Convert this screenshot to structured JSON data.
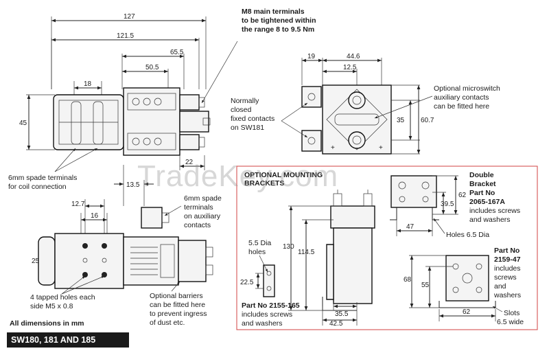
{
  "dims": {
    "d127": "127",
    "d121_5": "121.5",
    "d65_5": "65.5",
    "d50_5": "50.5",
    "d18": "18",
    "d45": "45",
    "d22": "22",
    "d13_5": "13.5",
    "d12_7": "12.7",
    "d16": "16",
    "d25_4": "25.4",
    "d19": "19",
    "d44_6": "44.6",
    "d12_5": "12.5",
    "d35": "35",
    "d60_7": "60.7",
    "d62": "62",
    "d39_5": "39.5",
    "d47": "47",
    "d130": "130",
    "d114_5": "114.5",
    "d22_5": "22.5",
    "d35_5": "35.5",
    "d42_5": "42.5",
    "d68": "68",
    "d55": "55",
    "d62b": "62"
  },
  "notes": {
    "m8_line1": "M8 main terminals",
    "m8_line2": "to be tightened within",
    "m8_line3": "the range 8 to 9.5 Nm",
    "nc_line1": "Normally",
    "nc_line2": "closed",
    "nc_line3": "fixed contacts",
    "nc_line4": "on SW181",
    "micro_line1": "Optional microswitch",
    "micro_line2": "auxiliary contacts",
    "micro_line3": "can be fitted here",
    "coil_line1": "6mm spade terminals",
    "coil_line2": "for coil connection",
    "aux_line1": "6mm spade",
    "aux_line2": "terminals",
    "aux_line3": "on auxiliary",
    "aux_line4": "contacts",
    "tapped_line1": "4 tapped holes each",
    "tapped_line2": "side M5 x 0.8",
    "barrier_line1": "Optional barriers",
    "barrier_line2": "can be fitted here",
    "barrier_line3": "to prevent ingress",
    "barrier_line4": "of dust etc.",
    "all_dims": "All dimensions in mm",
    "model_title": "SW180, 181 AND 185"
  },
  "brackets": {
    "heading_line1": "OPTIONAL MOUNTING",
    "heading_line2": "BRACKETS",
    "double_line1": "Double",
    "double_line2": "Bracket",
    "double_line3": "Part No",
    "double_line4": "2065-167A",
    "double_line5": "includes screws",
    "double_line6": "and washers",
    "holes65": "Holes 6.5 Dia",
    "p2159_line1": "Part No",
    "p2159_line2": "2159-47",
    "p2159_line3": "includes",
    "p2159_line4": "screws",
    "p2159_line5": "and",
    "p2159_line6": "washers",
    "slots_line1": "Slots",
    "slots_line2": "6.5 wide",
    "holes55_line1": "5.5 Dia",
    "holes55_line2": "holes",
    "p2155_line1": "Part No 2155-165",
    "p2155_line2": "includes screws",
    "p2155_line3": "and washers"
  },
  "watermark": "TradeKey.com",
  "colors": {
    "bracket_border": "#d04040",
    "title_bg": "#1a1a1a"
  }
}
